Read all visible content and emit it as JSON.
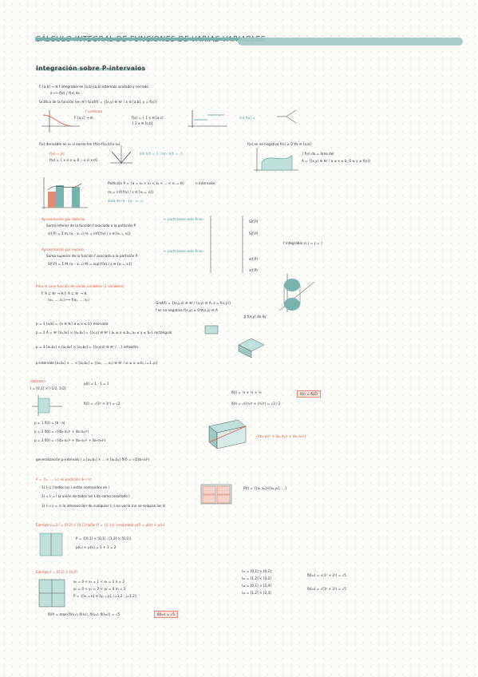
{
  "title": "Cálculo integral de funciones de varias variables",
  "section": "Integración sobre P-intervalos",
  "blocks": {
    "def": "f: [a,b] → ℝ    f integrable en [a,b] (a,b) intervalo acotado y cerrado",
    "def2": "x ⟼ f(x)        ∫ f(x) dx",
    "graf": "Gráfica de la función (en ℝ²)   Graf(f) = {(x,y) ∈ ℝ² / x ∈ [a,b], y = f(x)}",
    "cont": "f continua",
    "cont1": "f: [a,c] → ℝ",
    "cont2": "f(x) = { 1   x ∈ [a,c)",
    "cont3": "          { 2   x ∈ [c,b]",
    "lim": "lim f(x) =",
    "derivable": "f(x) derivable en x₀ si existe  lim (f(x)-f(x₀))/(x-x₀)",
    "abs": "f(x) = |x|",
    "abs2": "f(x) = { x  si x ≥ 0 ; -x  si x<0",
    "lims": "lim  h/h = 1  ;  lim -h/h = -1",
    "neg": "f(x) es no negativa  f(x) ≥ 0   ∀x ∈ [a,b]",
    "area1": "∫ f(x) dx = área del",
    "area2": "A = {(x,y) ∈ ℝ² / a ≤ x ≤ b, 0 ≤ y ≤ f(x)}",
    "part": "Partición   P = {a = x₀ < x₁ < x₂ < ... < xₙ = b}",
    "part2": "n intervalos",
    "part3": "mᵢ = inf{f(x) / x ∈ [xᵢ₋₁, xᵢ]}",
    "part4": "área de mᵢ · (xᵢ - xᵢ₋₁)",
    "approxdef": "Aproximación por defecto",
    "approxdef2": "Suma inferior de la función f asociada a la partición P",
    "approxdef3": "s(f,P) = Σ mᵢ (xᵢ - xᵢ₋₁)     mᵢ = inf{f(x) / x ∈ [xᵢ₋₁, xᵢ]}",
    "approxexc": "Aproximación por exceso",
    "approxexc2": "Suma superior de la función f asociada a la partición P",
    "approxexc3": "S(f,P) = Σ Mᵢ (xᵢ - xᵢ₋₁)     Mᵢ = sup{f(x) / x ∈ [xᵢ₋₁, xᵢ]}",
    "moreparts": "+ particiones más finas",
    "integrable": "f integrable si  ∫ = ∫ = ∫",
    "severalvar": "Para el caso función de varias variables (2 variables)",
    "sv1": "f: A ⊆ ℝ² → ℝ          f: A ⊆ ℝⁿ → ℝ",
    "sv2": "(x₁, ..., xₙ) ⟼ f(x₁, ..., xₙ)",
    "sv3": "Graf(f) = {(x,y,z) ∈ ℝ³ / (x,y) ∈ A, z = f(x,y)}",
    "sv4": "f es no negativa  f(x,y) ≥ 0  ∀(x,y) ∈ A",
    "sv5": "∬ f(x,y) dx dy",
    "p1": "p = 1   [a,b] = {x ∈ ℝ / a ≤ x ≤ b}   intervalo",
    "p2": "p = 2   A = ℝ²  [a₁,b₁] × [a₂,b₂] = {(x,y) ∈ ℝ² / a₁ ≤ x ≤ b₁, a₂ ≤ y ≤ b₂}   rectángulo",
    "p3": "p = 3   [a₁,b₁] × [a₂,b₂] × [a₃,b₃] = {(x,y,z) ∈ ℝ³ / ...}   ortoedro",
    "pint": "p-intervalo   [a₁,b₁] × ... × [aₚ,bₚ] = {(x₁, ..., xₚ) ∈ ℝᵖ / aᵢ ≤ xᵢ ≤ bᵢ, i=1..p}",
    "diam": "diámetro",
    "d1": "p = 1    δ(I) = |b - a|",
    "d2": "p = 2    δ(I) = √((b₁-a₁)² + (b₂-a₂)²)",
    "d3": "p = 3    δ(I) = √((b₁-a₁)² + (b₂-a₂)² + (b₃-a₃)²)",
    "dgen": "generalización   p-intervalo   I = [a₁,b₁] × ... × [aₚ,bₚ]    δ(I) = √(Σ(bᵢ-aᵢ)²)",
    "ex1": "I = [0,1] × [-1/2, 1/2]",
    "ex1b": "μ(I) = 1 · 1 = 1",
    "ex1c": "δ(I) = √(1² + 1²) = √2",
    "answer1": "δ(I) = δ(Z)",
    "partition": "P = {I₁, ..., Iₖ} es partición de I si:",
    "pc1": "1) Iᵢ ⊆ I   todos los Iᵢ están contenidos en I",
    "pc2": "2) ∪ Iᵢ = I   la unión de todos los Iᵢ da como resultado I",
    "pc3": "3) Iᵢ ∩ Iⱼ = ∅   la intersección de cualquier Iᵢ, Iⱼ no vacía (no se solapan los Iᵢ)",
    "ejemplo": "Ejemplo  p=2   I = [0,2] × [0,1]   hallar P = {I₁, I₂}   comprobar μ(I) = μ(I₁) + μ(I₂)",
    "ejemplo2": "P = {[0,1] × [0,1] , [1,2] × [0,1]}",
    "ejemplo3": "μ(I) = 2 · 1 = 2",
    "ejemplo4": "μ(I₁) + μ(I₂) = 1 + 1 = 2",
    "ej2": "Ejemplo   I = [0,2] × [0,4]",
    "ej2b": "x₀ = 0 < x₁ = 1 < x₂ = 2     n = 2",
    "ej2c": "y₀ = 0 < y₁ = 2 < y₂ = 4     m = 2",
    "ej2d": "P = {[xᵢ₋₁,xᵢ] × [yⱼ₋₁,yⱼ], i=1,2 ; j=1,2}",
    "ej2e": "δ(P) = max{δ(I₁₁), δ(I₁₂), δ(I₂₁), δ(I₂₂)} = √5",
    "ej2f": "I₁₁ = [0,1] × [0,2]",
    "ej2g": "I₂₁ = [1,2] × [0,2]",
    "ej2h": "I₁₂ = [0,1] × [2,4]",
    "ej2i": "I₂₂ = [1,2] × [2,4]",
    "ej2j": "δ(I₁₁) = √(1² + 2²) = √5",
    "ej2k": "δ(I₂₂) = √(1² + 2²) = √5",
    "answer2": "δ(I₁₁) = √5"
  }
}
